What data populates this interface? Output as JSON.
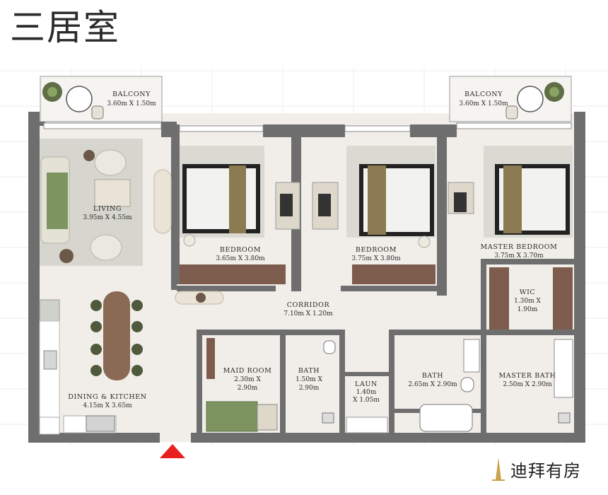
{
  "title": "三居室",
  "brand": {
    "name": "迪拜有房",
    "logo": "gold-tower-logo",
    "color": "#c9a24a"
  },
  "colors": {
    "wall": "#6e6e6e",
    "floor": "#f1eeea",
    "tile": "#f6f4f1",
    "wood": "#7d5c4d",
    "bed_throw": "#8b7a52",
    "sofa": "#7e9460",
    "entrance_marker": "#e8201e"
  },
  "rooms": [
    {
      "id": "balcony_left",
      "label": "BALCONY",
      "dim": "3.60m X 1.50m"
    },
    {
      "id": "balcony_right",
      "label": "BALCONY",
      "dim": "3.60m X 1.50m"
    },
    {
      "id": "living",
      "label": "LIVING",
      "dim": "3.95m X 4.55m"
    },
    {
      "id": "bedroom1",
      "label": "BEDROOM",
      "dim": "3.65m X 3.80m"
    },
    {
      "id": "bedroom2",
      "label": "BEDROOM",
      "dim": "3.75m X 3.80m"
    },
    {
      "id": "master_bedroom",
      "label": "MASTER BEDROOM",
      "dim": "3.75m X 3.70m"
    },
    {
      "id": "wic",
      "label": "WIC",
      "dim_line1": "1.30m X",
      "dim_line2": "1.90m"
    },
    {
      "id": "corridor",
      "label": "CORRIDOR",
      "dim": "7.10m X 1.20m"
    },
    {
      "id": "maid_room",
      "label": "MAID ROOM",
      "dim_line1": "2.30m X",
      "dim_line2": "2.90m"
    },
    {
      "id": "bath_small",
      "label": "BATH",
      "dim_line1": "1.50m X",
      "dim_line2": "2.90m"
    },
    {
      "id": "laundry",
      "label": "LAUN",
      "dim_line1": "1.40m",
      "dim_line2": "X 1.05m"
    },
    {
      "id": "bath",
      "label": "BATH",
      "dim": "2.65m X 2.90m"
    },
    {
      "id": "master_bath",
      "label": "MASTER BATH",
      "dim": "2.50m X 2.90m"
    },
    {
      "id": "dining_kitchen",
      "label": "DINING & KITCHEN",
      "dim": "4.15m X 3.65m"
    }
  ]
}
